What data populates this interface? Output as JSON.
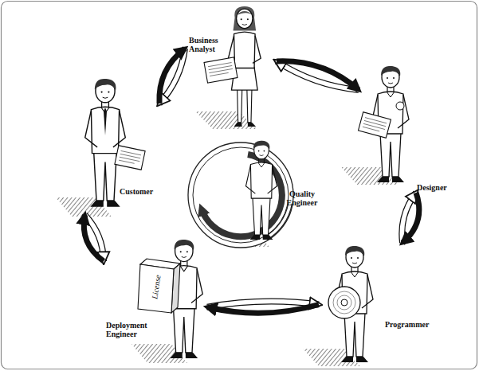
{
  "diagram": {
    "nodes": [
      {
        "text": [
          "Business Analyst"
        ]
      },
      {
        "text": [
          "Designer"
        ]
      },
      {
        "text": [
          "Programmer"
        ]
      },
      {
        "text": [
          "Deployment Engineer"
        ]
      },
      {
        "text": [
          "Customer"
        ]
      },
      {
        "text": [
          "Quality Engineer"
        ]
      }
    ],
    "edges": [
      {
        "from": 0,
        "to": 1,
        "arrow": "both"
      },
      {
        "from": 1,
        "to": 2,
        "arrow": "both"
      },
      {
        "from": 2,
        "to": 3,
        "arrow": "both"
      },
      {
        "from": 3,
        "to": 4,
        "arrow": "both"
      },
      {
        "from": 4,
        "to": 0,
        "arrow": "both"
      }
    ],
    "labels": [
      "License"
    ]
  }
}
